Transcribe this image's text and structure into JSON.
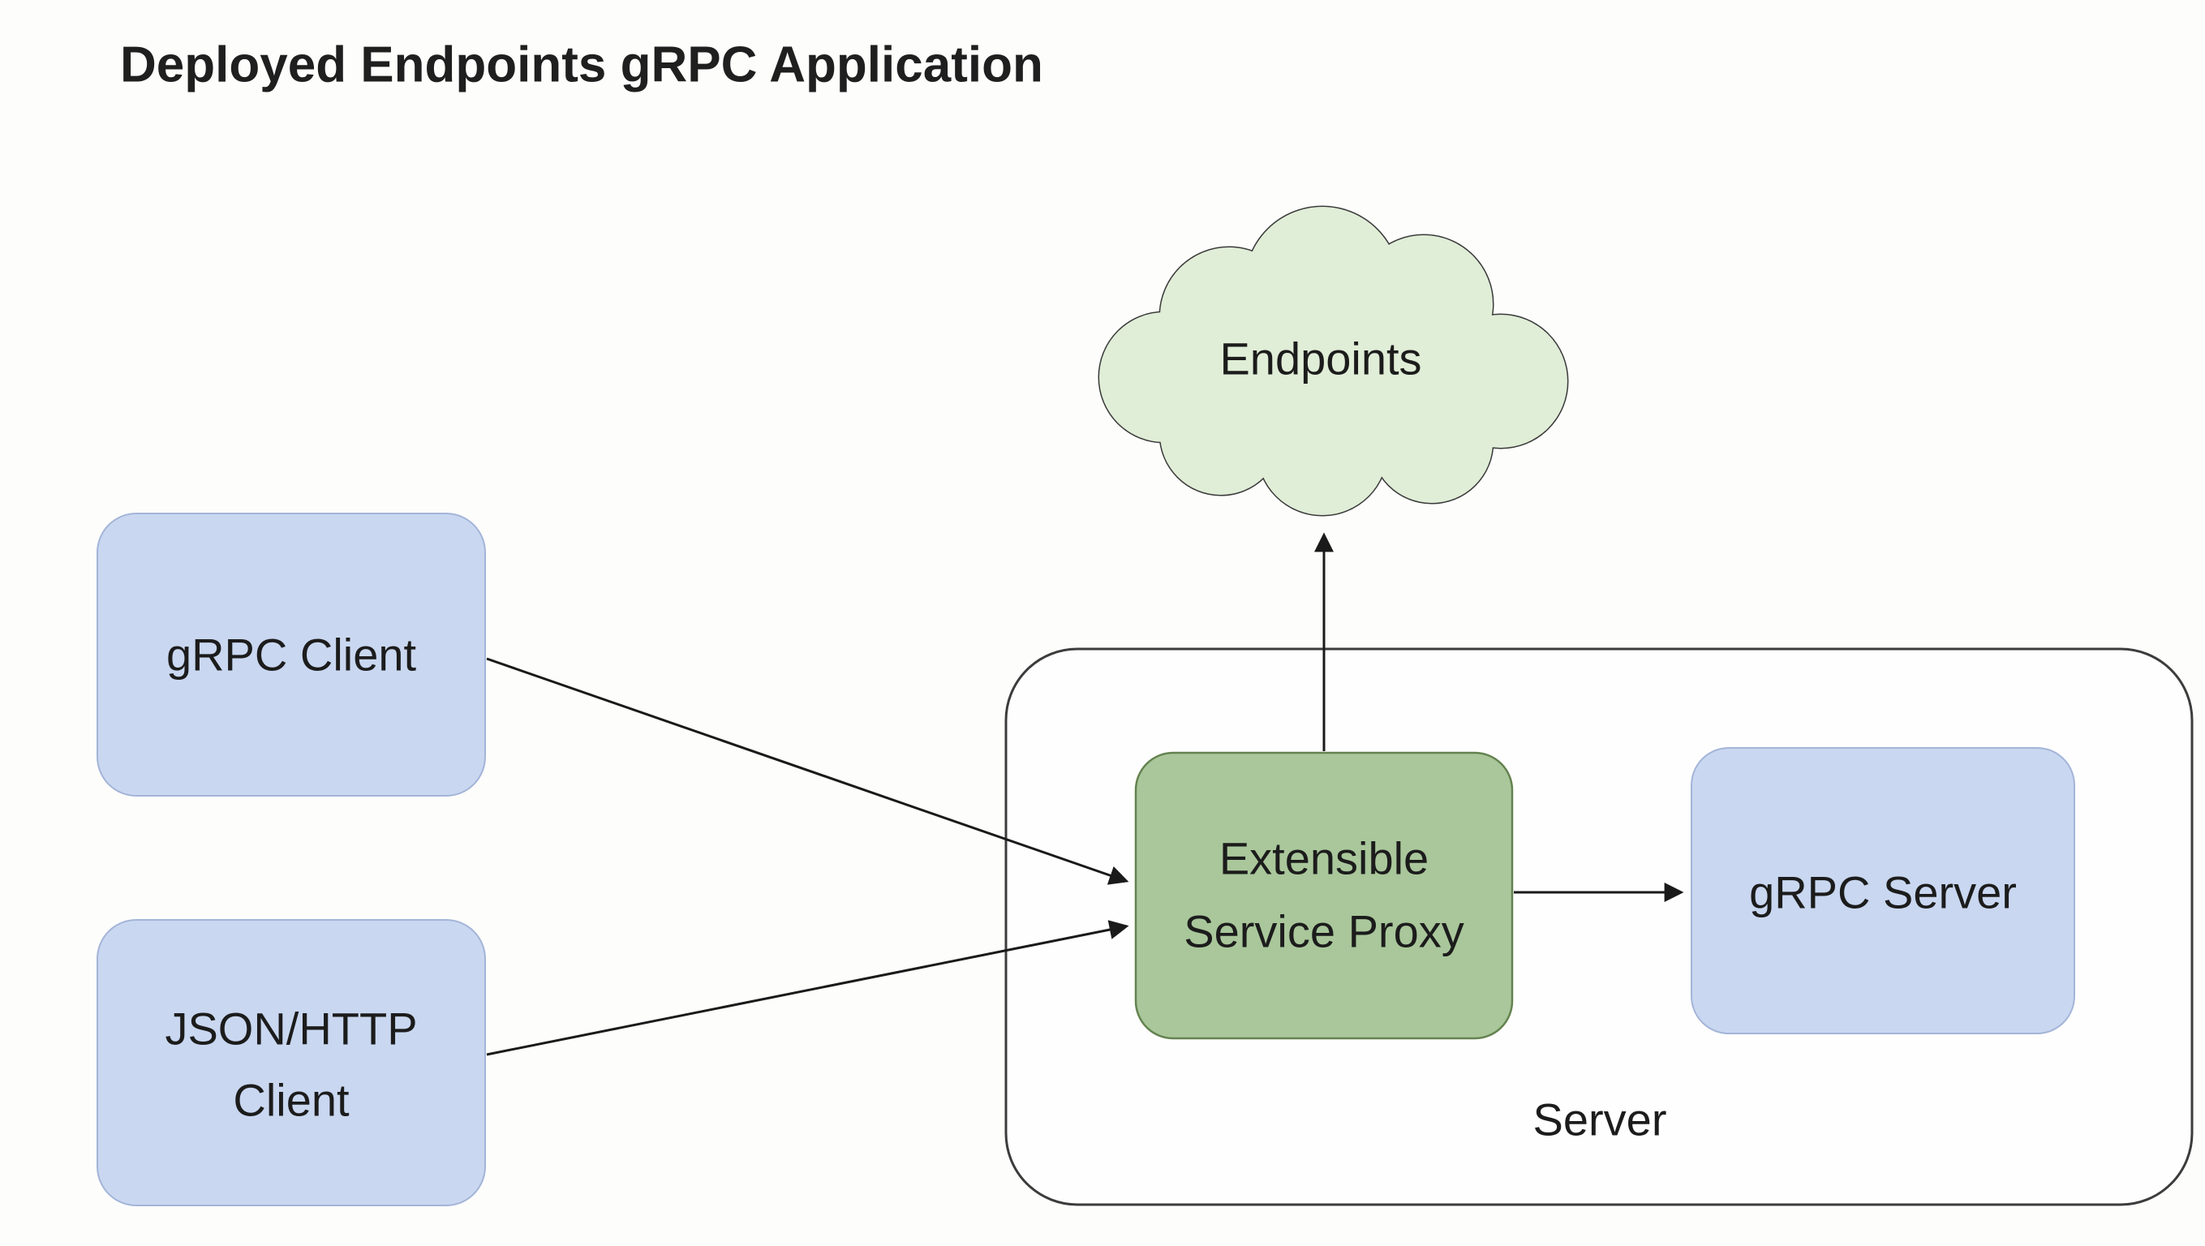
{
  "title": "Deployed Endpoints gRPC Application",
  "colors": {
    "background": "#fdfdfc",
    "client_box": "#c9d7f0",
    "client_box_border": "#a3b4d8",
    "proxy_box": "#a9c79b",
    "proxy_box_border": "#64824f",
    "server_box": "#c9d7f0",
    "server_box_border": "#a3b4d8",
    "server_container": "#fefefe",
    "server_container_border": "#3c3c3c",
    "cloud_fill": "#e0edd7",
    "cloud_border": "#3a3a3a",
    "arrow": "#1a1a1a"
  },
  "cloud": {
    "label": "Endpoints"
  },
  "nodes": {
    "grpc_client": {
      "label": "gRPC Client"
    },
    "json_http_client": {
      "line1": "JSON/HTTP",
      "line2": "Client"
    },
    "esp": {
      "line1": "Extensible",
      "line2": "Service Proxy"
    },
    "grpc_server": {
      "label": "gRPC Server"
    },
    "server_container": {
      "label": "Server"
    }
  },
  "edges": [
    {
      "from": "gRPC Client",
      "to": "Extensible Service Proxy"
    },
    {
      "from": "JSON/HTTP Client",
      "to": "Extensible Service Proxy"
    },
    {
      "from": "Extensible Service Proxy",
      "to": "Endpoints"
    },
    {
      "from": "Extensible Service Proxy",
      "to": "gRPC Server"
    }
  ]
}
